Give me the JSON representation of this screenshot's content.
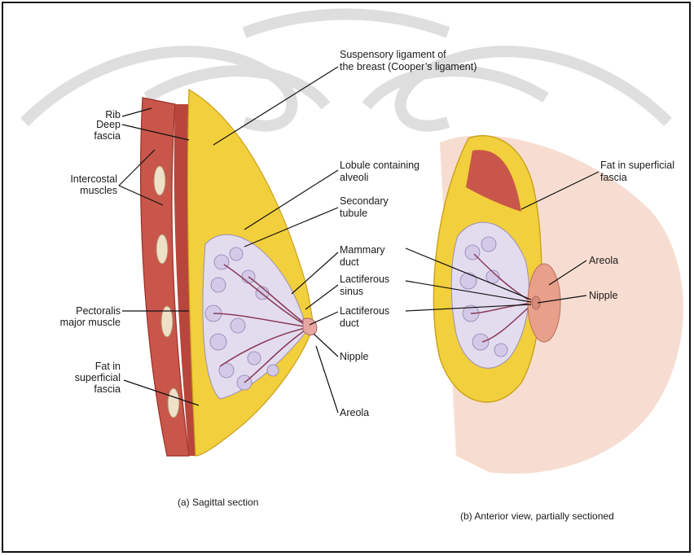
{
  "colors": {
    "fat": "#f2cf3c",
    "fat_light": "#f7e48a",
    "muscle": "#c9564a",
    "muscle_dark": "#9a2f27",
    "skin": "#e8a08a",
    "lobule": "#e3dcef",
    "duct": "#8a3d5a",
    "watermark": "#bdbdbd"
  },
  "labels": {
    "rib": "Rib",
    "deep_fascia_1": "Deep",
    "deep_fascia_2": "fascia",
    "intercostal_1": "Intercostal",
    "intercostal_2": "muscles",
    "pectoralis_1": "Pectoralis",
    "pectoralis_2": "major muscle",
    "fat_left_1": "Fat in",
    "fat_left_2": "superficial",
    "fat_left_3": "fascia",
    "suspensory_1": "Suspensory ligament of",
    "suspensory_2": "the breast (Cooper’s ligament)",
    "lobule_1": "Lobule containing",
    "lobule_2": "alveoli",
    "secondary_1": "Secondary",
    "secondary_2": "tubule",
    "mammary_1": "Mammary",
    "mammary_2": "duct",
    "sinus_1": "Lactiferous",
    "sinus_2": "sinus",
    "lduct_1": "Lactiferous",
    "lduct_2": "duct",
    "nipple_a": "Nipple",
    "areola_a": "Areola",
    "fat_right_1": "Fat in superficial",
    "fat_right_2": "fascia",
    "areola_b": "Areola",
    "nipple_b": "Nipple"
  },
  "captions": {
    "a": "(a)  Sagittal section",
    "b": "(b)  Anterior view, partially sectioned"
  }
}
